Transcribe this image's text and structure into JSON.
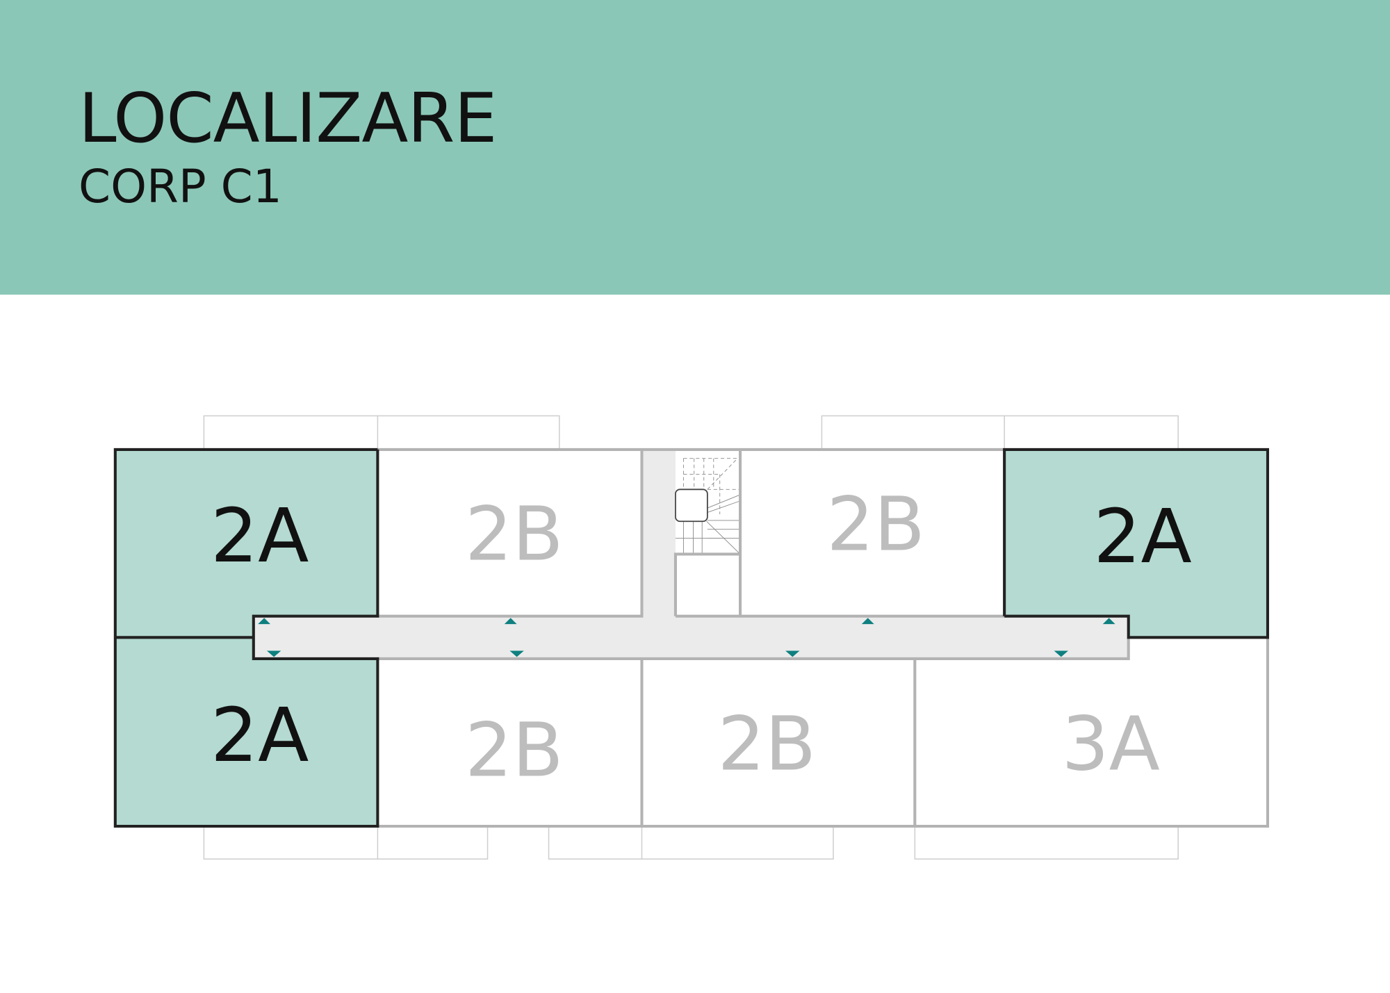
{
  "header": {
    "title": "LOCALIZARE",
    "subtitle": "CORP C1"
  },
  "colors": {
    "header_bg": "#8bc7b7",
    "selected_unit": "#b4dad1",
    "corridor": "#ebebeb",
    "arrow": "#0f8080"
  },
  "units": [
    {
      "label": "2A",
      "selected": true
    },
    {
      "label": "2B",
      "selected": false
    },
    {
      "label": "2B",
      "selected": false
    },
    {
      "label": "2A",
      "selected": true
    },
    {
      "label": "2A",
      "selected": true
    },
    {
      "label": "2B",
      "selected": false
    },
    {
      "label": "2B",
      "selected": false
    },
    {
      "label": "3A",
      "selected": false
    }
  ]
}
